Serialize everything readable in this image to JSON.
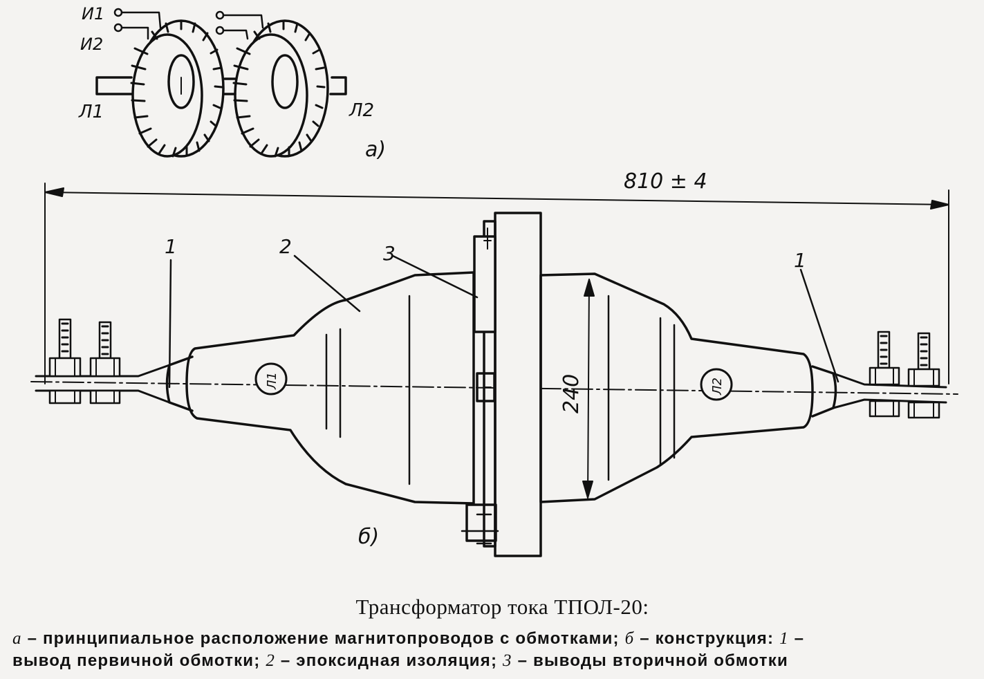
{
  "fig_a": {
    "letter": "а)",
    "terminals": {
      "i1": "И1",
      "i2": "И2",
      "l1": "Л1",
      "l2": "Л2"
    }
  },
  "fig_b": {
    "letter": "б)",
    "overall_dimension": "810 ± 4",
    "diameter_dimension": "240",
    "callouts": [
      "1",
      "2",
      "3",
      "1"
    ],
    "end_marks": {
      "left": "Л1",
      "right": "Л2"
    }
  },
  "caption": {
    "title": "Трансформатор тока ТПОЛ-20:",
    "line1": {
      "a_letter": "а",
      "a_text": " – принципиальное расположение магнитопроводов с обмотками; ",
      "b_letter": "б",
      "b_text": " – конструкция: ",
      "n1": "1",
      "dash": " –"
    },
    "line2": {
      "t1": "вывод первичной обмотки; ",
      "n2": "2",
      "t2": " – эпоксидная изоляция; ",
      "n3": "3",
      "t3": " – выводы вторичной обмотки"
    }
  }
}
